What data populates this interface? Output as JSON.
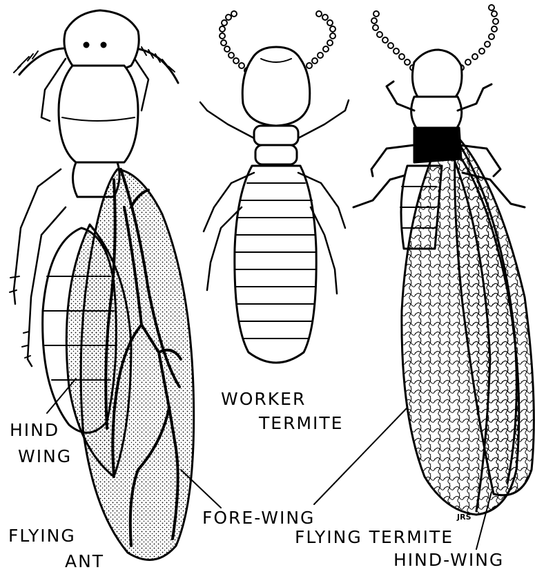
{
  "labels": {
    "hind_wing_ant_line1": "HIND",
    "hind_wing_ant_line2": "WING",
    "flying_ant_line1": "FLYING",
    "flying_ant_line2": "ANT",
    "worker_termite_line1": "WORKER",
    "worker_termite_line2": "TERMITE",
    "fore_wing": "FORE-WING",
    "flying_termite": "FLYING TERMITE",
    "hind_wing_termite": "HIND-WING"
  },
  "signature": "JRS",
  "colors": {
    "ink": "#000000",
    "paper": "#ffffff"
  }
}
